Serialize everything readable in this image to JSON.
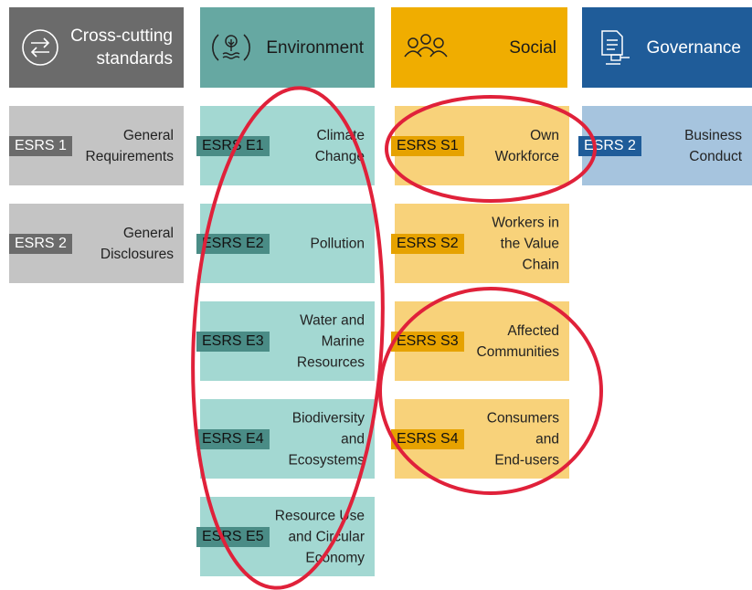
{
  "headers": {
    "cross": {
      "title": "Cross-cutting\nstandards",
      "icon": "exchange-arrows-icon"
    },
    "env": {
      "title": "Environment",
      "icon": "plant-water-icon"
    },
    "social": {
      "title": "Social",
      "icon": "people-group-icon"
    },
    "gov": {
      "title": "Governance",
      "icon": "document-gavel-icon"
    }
  },
  "cross": [
    {
      "code": "ESRS 1",
      "name": "General\nRequirements"
    },
    {
      "code": "ESRS 2",
      "name": "General\nDisclosures"
    }
  ],
  "env": [
    {
      "code": "ESRS E1",
      "name": "Climate\nChange"
    },
    {
      "code": "ESRS E2",
      "name": "Pollution"
    },
    {
      "code": "ESRS E3",
      "name": "Water and\nMarine\nResources"
    },
    {
      "code": "ESRS E4",
      "name": "Biodiversity\nand\nEcosystems"
    },
    {
      "code": "ESRS E5",
      "name": "Resource Use\nand Circular\nEconomy"
    }
  ],
  "social": [
    {
      "code": "ESRS S1",
      "name": "Own\nWorkforce"
    },
    {
      "code": "ESRS S2",
      "name": "Workers in\nthe Value\nChain"
    },
    {
      "code": "ESRS S3",
      "name": "Affected\nCommunities"
    },
    {
      "code": "ESRS S4",
      "name": "Consumers\nand\nEnd-users"
    }
  ],
  "gov": [
    {
      "code": "ESRS 2",
      "name": "Business\nConduct"
    }
  ],
  "colors": {
    "cross_header": "#6b6b6b",
    "cross_card": "#c4c4c4",
    "cross_code": "#6b6b6b",
    "env_header": "#66a8a2",
    "env_card": "#a3d8d2",
    "env_code": "#4a8c86",
    "social_header": "#f0ad00",
    "social_card": "#f8d27a",
    "social_code": "#e6a200",
    "gov_header": "#1f5c99",
    "gov_card": "#a6c4de",
    "gov_code": "#1f5c99",
    "highlight": "#e0213a"
  }
}
